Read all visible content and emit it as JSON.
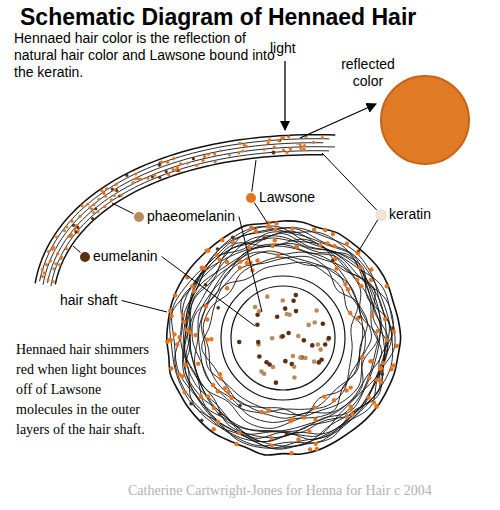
{
  "diagram": {
    "title": "Schematic Diagram of Hennaed Hair",
    "nodes": [
      {
        "text": [
          "reflected color"
        ]
      }
    ],
    "labels": [
      "Hennaed hair color is the reflection of natural hair color and Lawsone bound into the keratin.",
      "light",
      "hair shaft",
      "Hennaed hair shimmers red when light bounces off of Lawsone molecules in the outer layers of the hair shaft.",
      "Catherine Cartwright-Jones for Henna for Hair c 2004"
    ],
    "legend": [
      {
        "text": "Lawsone",
        "color": "#e8731e"
      },
      {
        "text": "phaeomelanin",
        "color": "#b88b5f"
      },
      {
        "text": "keratin",
        "color": "#f5e4d6"
      },
      {
        "text": "eumelanin",
        "color": "#5a3014"
      }
    ]
  }
}
